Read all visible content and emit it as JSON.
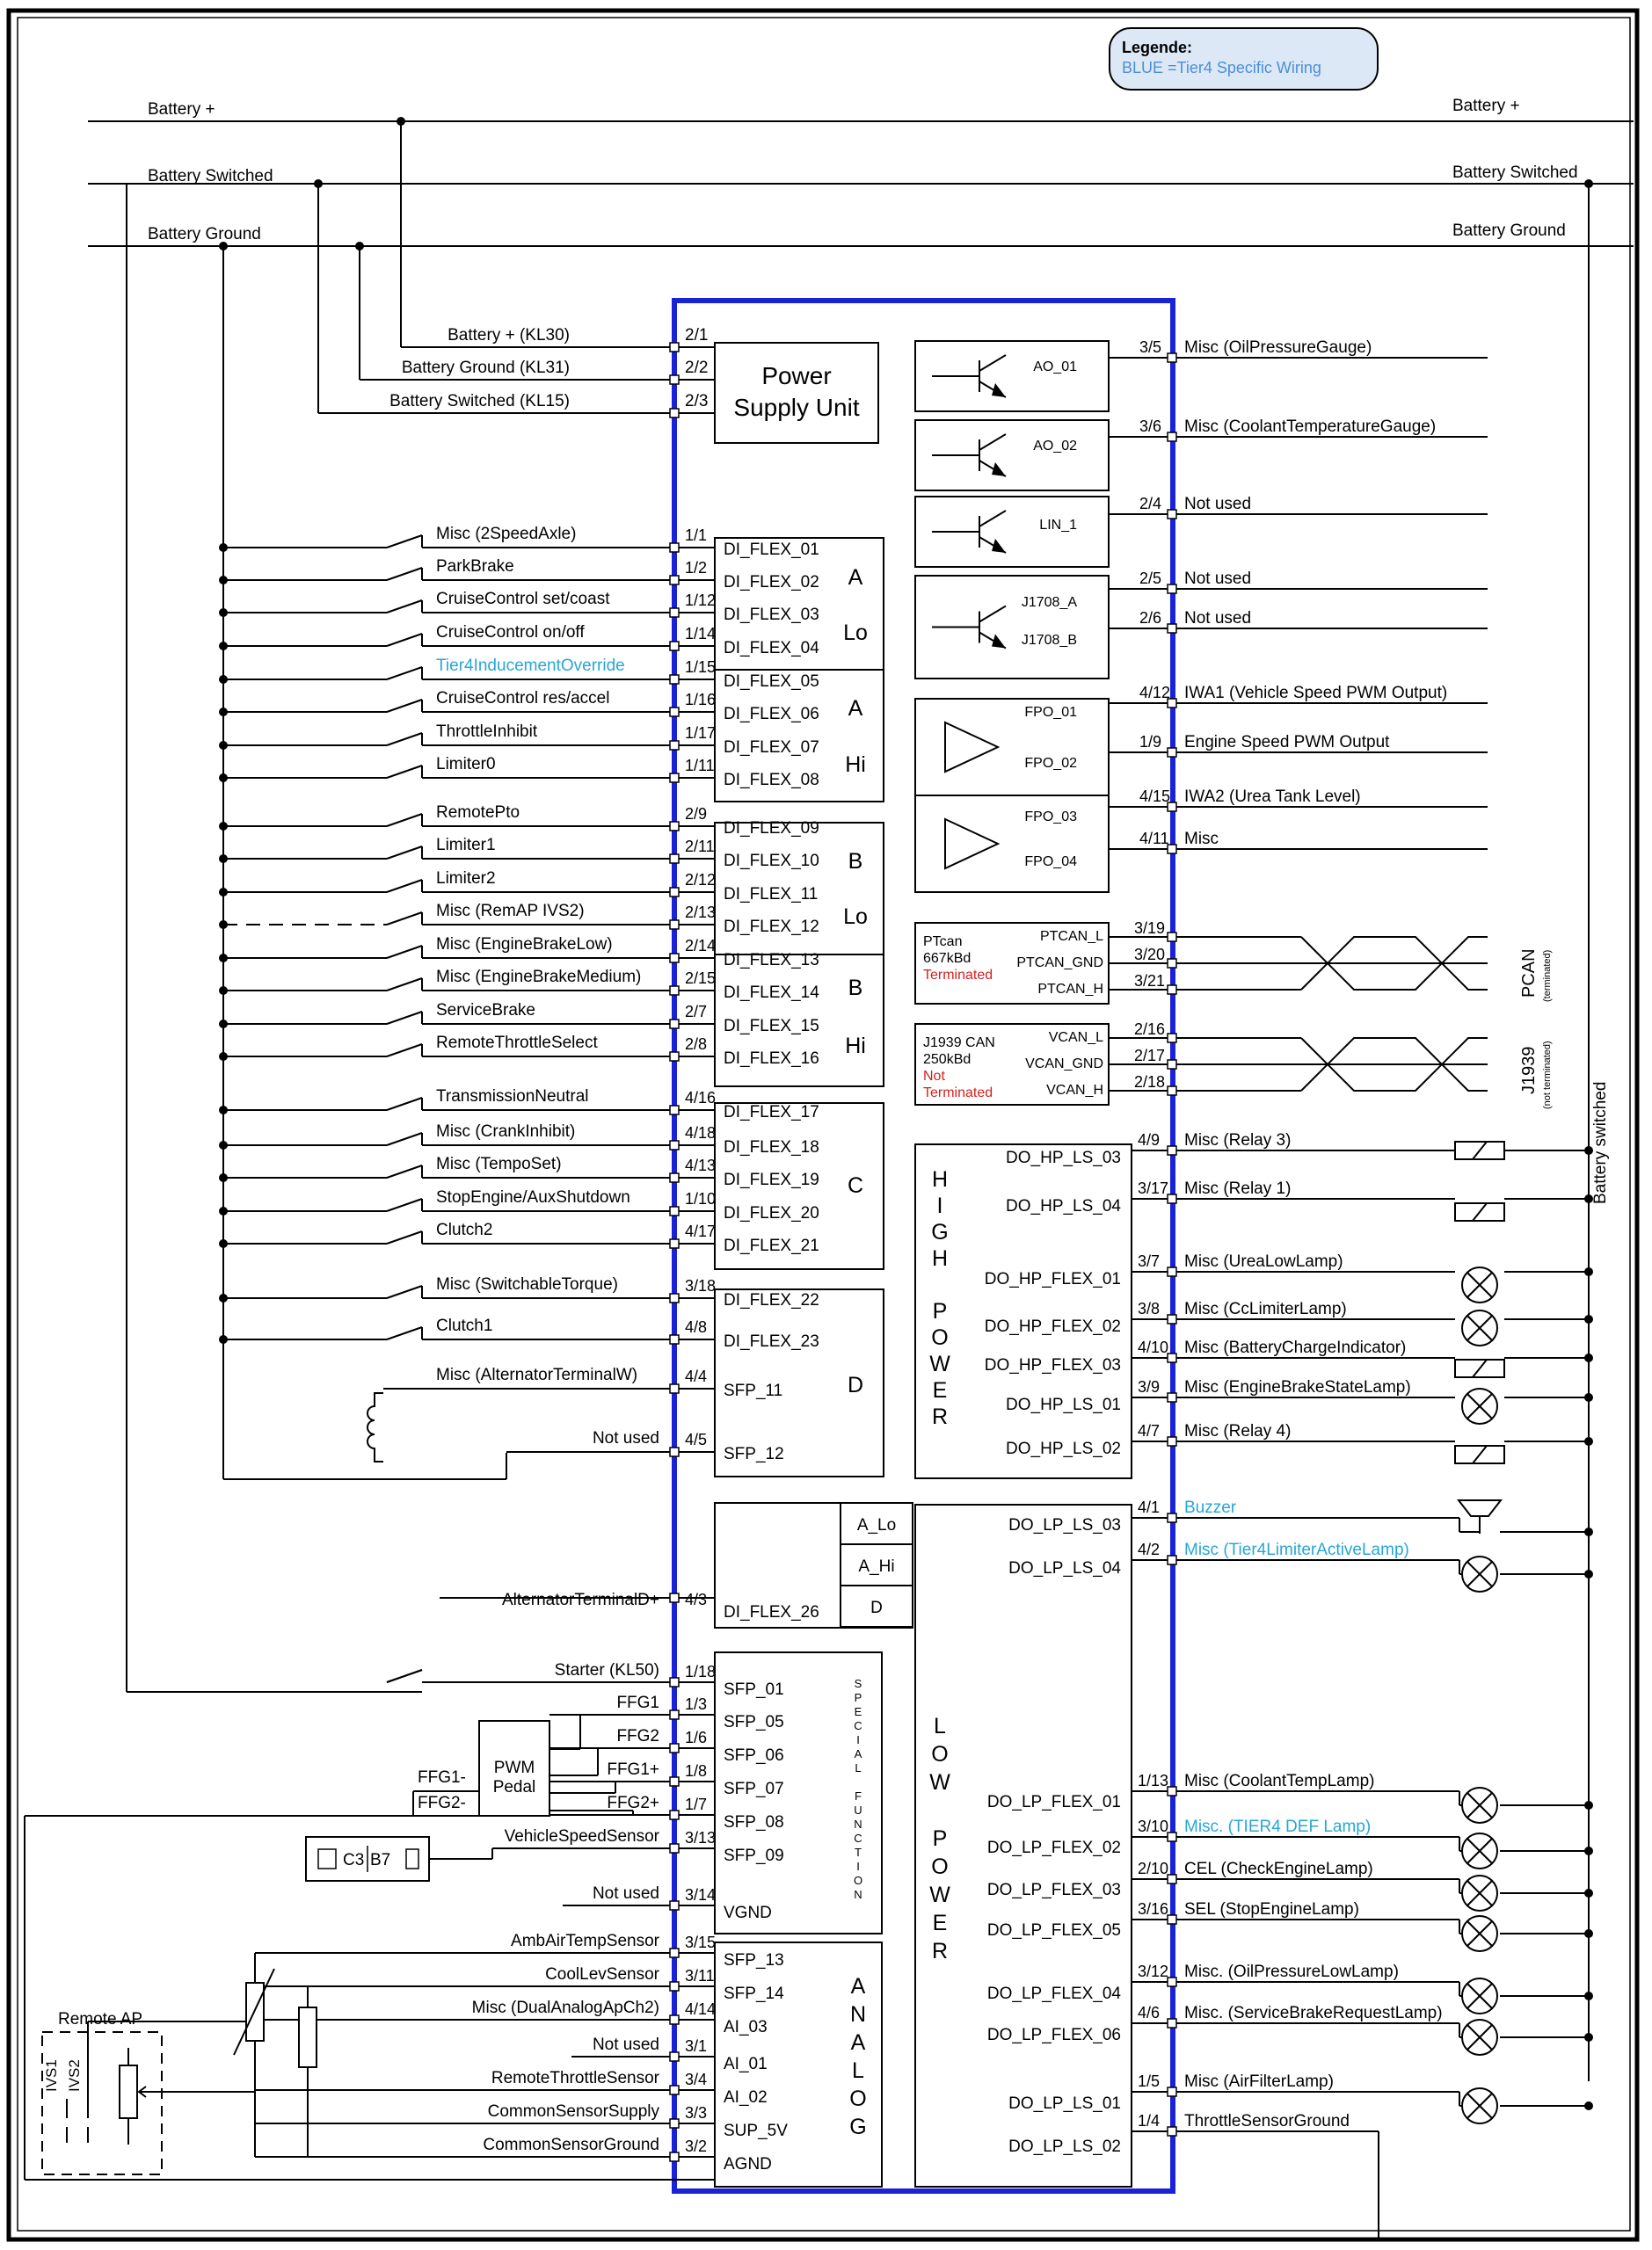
{
  "legend": {
    "title": "Legende:",
    "text": "BLUE =Tier4 Specific Wiring"
  },
  "rails": {
    "battery_plus": "Battery +",
    "battery_switched": "Battery Switched",
    "battery_ground": "Battery Ground",
    "battery_switched_vertical": "Battery switched"
  },
  "psu": {
    "title_line1": "Power",
    "title_line2": "Supply Unit"
  },
  "psu_pins": [
    {
      "label": "Battery + (KL30)",
      "pin": "2/1"
    },
    {
      "label": "Battery Ground (KL31)",
      "pin": "2/2"
    },
    {
      "label": "Battery Switched (KL15)",
      "pin": "2/3"
    }
  ],
  "di_inputs": [
    {
      "label": "Misc (2SpeedAxle)",
      "pin": "1/1",
      "block": "DI_FLEX_01"
    },
    {
      "label": "ParkBrake",
      "pin": "1/2",
      "block": "DI_FLEX_02"
    },
    {
      "label": "CruiseControl set/coast",
      "pin": "1/12",
      "block": "DI_FLEX_03"
    },
    {
      "label": "CruiseControl on/off",
      "pin": "1/14",
      "block": "DI_FLEX_04"
    },
    {
      "label": "Tier4InducementOverride",
      "pin": "1/15",
      "block": "DI_FLEX_05",
      "blue": true
    },
    {
      "label": "CruiseControl res/accel",
      "pin": "1/16",
      "block": "DI_FLEX_06"
    },
    {
      "label": "ThrottleInhibit",
      "pin": "1/17",
      "block": "DI_FLEX_07"
    },
    {
      "label": "Limiter0",
      "pin": "1/11",
      "block": "DI_FLEX_08"
    },
    {
      "label": "RemotePto",
      "pin": "2/9",
      "block": "DI_FLEX_09"
    },
    {
      "label": "Limiter1",
      "pin": "2/11",
      "block": "DI_FLEX_10"
    },
    {
      "label": "Limiter2",
      "pin": "2/12",
      "block": "DI_FLEX_11"
    },
    {
      "label": "Misc (RemAP IVS2)",
      "pin": "2/13",
      "block": "DI_FLEX_12"
    },
    {
      "label": "Misc (EngineBrakeLow)",
      "pin": "2/14",
      "block": "DI_FLEX_13"
    },
    {
      "label": "Misc (EngineBrakeMedium)",
      "pin": "2/15",
      "block": "DI_FLEX_14"
    },
    {
      "label": "ServiceBrake",
      "pin": "2/7",
      "block": "DI_FLEX_15"
    },
    {
      "label": "RemoteThrottleSelect",
      "pin": "2/8",
      "block": "DI_FLEX_16"
    },
    {
      "label": "TransmissionNeutral",
      "pin": "4/16",
      "block": "DI_FLEX_17"
    },
    {
      "label": "Misc (CrankInhibit)",
      "pin": "4/18",
      "block": "DI_FLEX_18"
    },
    {
      "label": "Misc (TempoSet)",
      "pin": "4/13",
      "block": "DI_FLEX_19"
    },
    {
      "label": "StopEngine/AuxShutdown",
      "pin": "1/10",
      "block": "DI_FLEX_20"
    },
    {
      "label": "Clutch2",
      "pin": "4/17",
      "block": "DI_FLEX_21"
    },
    {
      "label": "Misc (SwitchableTorque)",
      "pin": "3/18",
      "block": "DI_FLEX_22"
    },
    {
      "label": "Clutch1",
      "pin": "4/8",
      "block": "DI_FLEX_23"
    },
    {
      "label": "Misc (AlternatorTerminalW)",
      "pin": "4/4",
      "block": "SFP_11"
    },
    {
      "label": "Not used",
      "pin": "4/5",
      "block": "SFP_12"
    }
  ],
  "group_letters": [
    {
      "l1": "A",
      "l2": "Lo"
    },
    {
      "l1": "A",
      "l2": "Hi"
    },
    {
      "l1": "B",
      "l2": "Lo"
    },
    {
      "l1": "B",
      "l2": "Hi"
    },
    {
      "l1": "C",
      "l2": ""
    },
    {
      "l1": "D",
      "l2": ""
    }
  ],
  "alt": {
    "label": "AlternatorTerminalD+",
    "pin": "4/3",
    "block": "DI_FLEX_26",
    "tags": [
      "A_Lo",
      "A_Hi",
      "D"
    ]
  },
  "sfp": [
    {
      "label": "Starter (KL50)",
      "pin": "1/18",
      "block": "SFP_01"
    },
    {
      "label": "FFG1",
      "pin": "1/3",
      "block": "SFP_05"
    },
    {
      "label": "FFG2",
      "pin": "1/6",
      "block": "SFP_06"
    },
    {
      "label": "FFG1+",
      "pin": "1/8",
      "block": "SFP_07"
    },
    {
      "label": "FFG2+",
      "pin": "1/7",
      "block": "SFP_08"
    },
    {
      "label": "VehicleSpeedSensor",
      "pin": "3/13",
      "block": "SFP_09"
    },
    {
      "label": "Not used",
      "pin": "3/14",
      "block": "VGND"
    }
  ],
  "sfp_title": "SPECIAL FUNCTION",
  "pwm": {
    "line1": "PWM",
    "line2": "Pedal",
    "ffg1m": "FFG1-",
    "ffg2m": "FFG2-"
  },
  "connector": {
    "a": "C3",
    "b": "B7"
  },
  "analog": [
    {
      "label": "AmbAirTempSensor",
      "pin": "3/15",
      "block": "SFP_13"
    },
    {
      "label": "CoolLevSensor",
      "pin": "3/11",
      "block": "SFP_14"
    },
    {
      "label": "Misc (DualAnalogApCh2)",
      "pin": "4/14",
      "block": "AI_03"
    },
    {
      "label": "Not used",
      "pin": "3/1",
      "block": "AI_01"
    },
    {
      "label": "RemoteThrottleSensor",
      "pin": "3/4",
      "block": "AI_02"
    },
    {
      "label": "CommonSensorSupply",
      "pin": "3/3",
      "block": "SUP_5V"
    },
    {
      "label": "CommonSensorGround",
      "pin": "3/2",
      "block": "AGND"
    }
  ],
  "analog_title": "ANALOG",
  "remote_ap": {
    "title": "Remote AP",
    "ivs1": "IVS1",
    "ivs2": "IVS2"
  },
  "outputs_top": [
    {
      "block": "AO_01",
      "pin": "3/5",
      "label": "Misc (OilPressureGauge)"
    },
    {
      "block": "AO_02",
      "pin": "3/6",
      "label": "Misc (CoolantTemperatureGauge)"
    },
    {
      "block": "LIN_1",
      "pin": "2/4",
      "label": "Not used"
    },
    {
      "block": "J1708_A",
      "pin": "2/5",
      "label": "Not used"
    },
    {
      "block": "J1708_B",
      "pin": "2/6",
      "label": "Not used"
    },
    {
      "block": "FPO_01",
      "pin": "4/12",
      "label": "IWA1 (Vehicle Speed PWM Output)"
    },
    {
      "block": "FPO_02",
      "pin": "1/9",
      "label": "Engine Speed PWM Output"
    },
    {
      "block": "FPO_03",
      "pin": "4/15",
      "label": "IWA2 (Urea Tank Level)"
    },
    {
      "block": "FPO_04",
      "pin": "4/11",
      "label": "Misc"
    }
  ],
  "ptcan": {
    "line1": "PTcan",
    "line2": "667kBd",
    "line3": "Terminated",
    "side": "PCAN",
    "side_sub": "(terminated)",
    "pins": [
      {
        "name": "PTCAN_L",
        "pin": "3/19"
      },
      {
        "name": "PTCAN_GND",
        "pin": "3/20"
      },
      {
        "name": "PTCAN_H",
        "pin": "3/21"
      }
    ]
  },
  "j1939": {
    "line1": "J1939 CAN",
    "line2": "250kBd",
    "line3": "Not",
    "line4": "Terminated",
    "side": "J1939",
    "side_sub": "(not terminated)",
    "pins": [
      {
        "name": "VCAN_L",
        "pin": "2/16"
      },
      {
        "name": "VCAN_GND",
        "pin": "2/17"
      },
      {
        "name": "VCAN_H",
        "pin": "2/18"
      }
    ]
  },
  "high_power_title": "HIGH POWER",
  "high_power": [
    {
      "block": "DO_HP_LS_03",
      "pin": "4/9",
      "label": "Misc (Relay 3)",
      "load": "relay"
    },
    {
      "block": "DO_HP_LS_04",
      "pin": "3/17",
      "label": "Misc (Relay 1)",
      "load": "relay"
    },
    {
      "block": "DO_HP_FLEX_01",
      "pin": "3/7",
      "label": "Misc (UreaLowLamp)",
      "load": "lamp"
    },
    {
      "block": "DO_HP_FLEX_02",
      "pin": "3/8",
      "label": "Misc (CcLimiterLamp)",
      "load": "lamp"
    },
    {
      "block": "DO_HP_FLEX_03",
      "pin": "4/10",
      "label": "Misc (BatteryChargeIndicator)",
      "load": "relay"
    },
    {
      "block": "DO_HP_LS_01",
      "pin": "3/9",
      "label": "Misc (EngineBrakeStateLamp)",
      "load": "lamp"
    },
    {
      "block": "DO_HP_LS_02",
      "pin": "4/7",
      "label": "Misc (Relay 4)",
      "load": "relay"
    }
  ],
  "low_power_title": "LOW POWER",
  "low_power": [
    {
      "block": "DO_LP_LS_03",
      "pin": "4/1",
      "label": "Buzzer",
      "load": "buzzer",
      "blue": true
    },
    {
      "block": "DO_LP_LS_04",
      "pin": "4/2",
      "label": "Misc (Tier4LimiterActiveLamp)",
      "load": "lamp",
      "blue": true
    },
    {
      "block": "DO_LP_FLEX_01",
      "pin": "1/13",
      "label": "Misc (CoolantTempLamp)",
      "load": "lamp"
    },
    {
      "block": "DO_LP_FLEX_02",
      "pin": "3/10",
      "label": "Misc. (TIER4 DEF Lamp)",
      "load": "lamp",
      "blue": true
    },
    {
      "block": "DO_LP_FLEX_03",
      "pin": "2/10",
      "label": "CEL (CheckEngineLamp)",
      "load": "lamp"
    },
    {
      "block": "DO_LP_FLEX_05",
      "pin": "3/16",
      "label": "SEL (StopEngineLamp)",
      "load": "lamp"
    },
    {
      "block": "DO_LP_FLEX_04",
      "pin": "3/12",
      "label": "Misc. (OilPressureLowLamp)",
      "load": "lamp"
    },
    {
      "block": "DO_LP_FLEX_06",
      "pin": "4/6",
      "label": "Misc. (ServiceBrakeRequestLamp)",
      "load": "lamp"
    },
    {
      "block": "DO_LP_LS_01",
      "pin": "1/5",
      "label": "Misc (AirFilterLamp)",
      "load": "lamp"
    },
    {
      "block": "DO_LP_LS_02",
      "pin": "1/4",
      "label": "ThrottleSensorGround",
      "load": "none"
    }
  ],
  "colors": {
    "ecu_border": "#1a22d8",
    "tier4_text": "#28a6d6",
    "terminated": "#d42020",
    "legend_bg": "#dde8f6"
  }
}
